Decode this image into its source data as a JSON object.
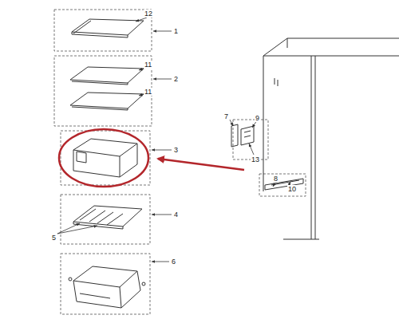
{
  "diagram": {
    "labels": [
      "12",
      "1",
      "11",
      "2",
      "11",
      "3",
      "7",
      "9",
      "4",
      "5",
      "13",
      "8",
      "10",
      "6"
    ]
  }
}
